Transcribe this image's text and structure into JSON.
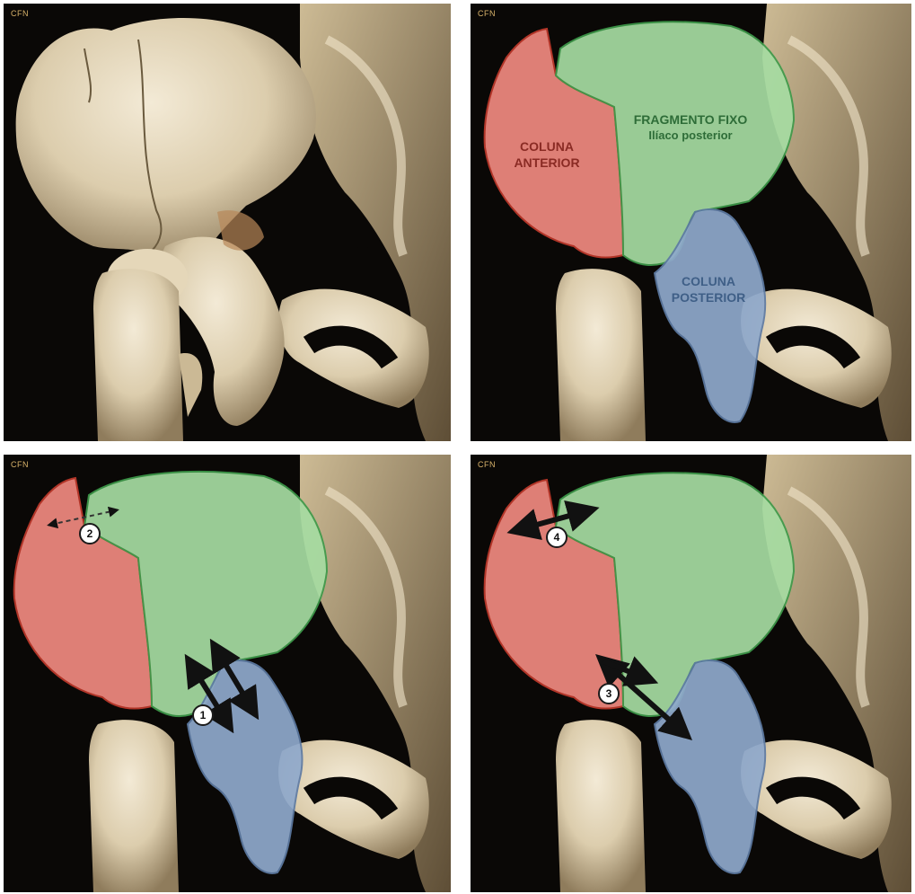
{
  "figure": {
    "panels": [
      {
        "id": "top-left",
        "corner_tag": "CFN"
      },
      {
        "id": "top-right",
        "corner_tag": "CFN",
        "labels": {
          "coluna_anterior": [
            "COLUNA",
            "ANTERIOR"
          ],
          "fragmento_fixo": [
            "FRAGMENTO FIXO",
            "Ilíaco posterior"
          ],
          "coluna_posterior": [
            "COLUNA",
            "POSTERIOR"
          ]
        }
      },
      {
        "id": "bottom-left",
        "corner_tag": "CFN",
        "markers": [
          "2",
          "1"
        ]
      },
      {
        "id": "bottom-right",
        "corner_tag": "CFN",
        "markers": [
          "4",
          "3"
        ]
      }
    ],
    "colors": {
      "anterior_overlay": "#f08a80",
      "fixed_overlay": "#a6dca2",
      "posterior_overlay": "#8fa9cc",
      "bone": "#e8dcc2",
      "background": "#0a0806"
    }
  }
}
